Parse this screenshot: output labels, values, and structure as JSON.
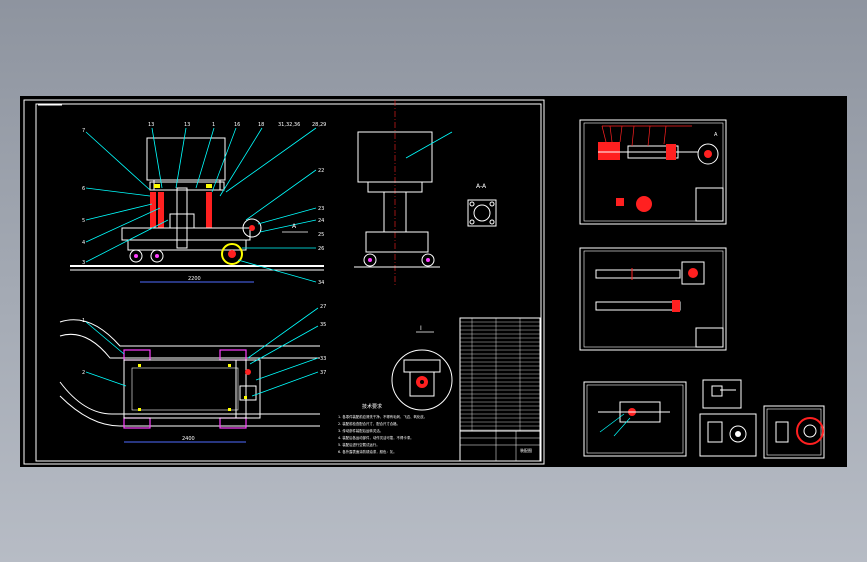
{
  "colors": {
    "background": "#000000",
    "frame": "#ffffff",
    "leader": "#00ffff",
    "part_red": "#ff2020",
    "part_magenta": "#ff40ff",
    "part_yellow": "#ffff00",
    "line_green": "#00ff00",
    "line_blue": "#4f6bff"
  },
  "main_sheet": {
    "part_numbers_top": [
      "13",
      "13",
      "1",
      "16",
      "18",
      "31,32,36",
      "28,29"
    ],
    "part_numbers_left": [
      "7",
      "6",
      "5",
      "4",
      "3"
    ],
    "part_numbers_right": [
      "22",
      "23",
      "24",
      "25",
      "26",
      "34"
    ],
    "view_label_right": "A",
    "section_label": "A-A",
    "bottom_left_numbers": [
      "1",
      "2"
    ],
    "bottom_right_numbers": [
      "27",
      "35",
      "33",
      "37"
    ],
    "dimension_top": "2200",
    "dimension_bottom": "2400",
    "detail_label": "I",
    "notes_title": "技术要求",
    "notes": [
      "1. 各零件装配前应清洗干净，不得有毛刺、飞边、氧化皮。",
      "2. 装配前检查配合尺寸，配合尺寸合格。",
      "3. 传动部件装配后运转灵活。",
      "4. 装配后各运动部件，动作灵活可靠，不得卡滞。",
      "5. 装配后进行空载试运行。",
      "6. 各外露表面涂防锈油漆，颜色：灰。"
    ],
    "title_block_label": "装配图"
  },
  "sub_sheets": [
    {
      "name": "sheet-shaft-assembly",
      "label": "A"
    },
    {
      "name": "sheet-long-shaft"
    },
    {
      "name": "sheet-bearing-seat"
    },
    {
      "name": "sheet-small-part"
    },
    {
      "name": "sheet-flange"
    },
    {
      "name": "sheet-gear-wheel"
    }
  ]
}
